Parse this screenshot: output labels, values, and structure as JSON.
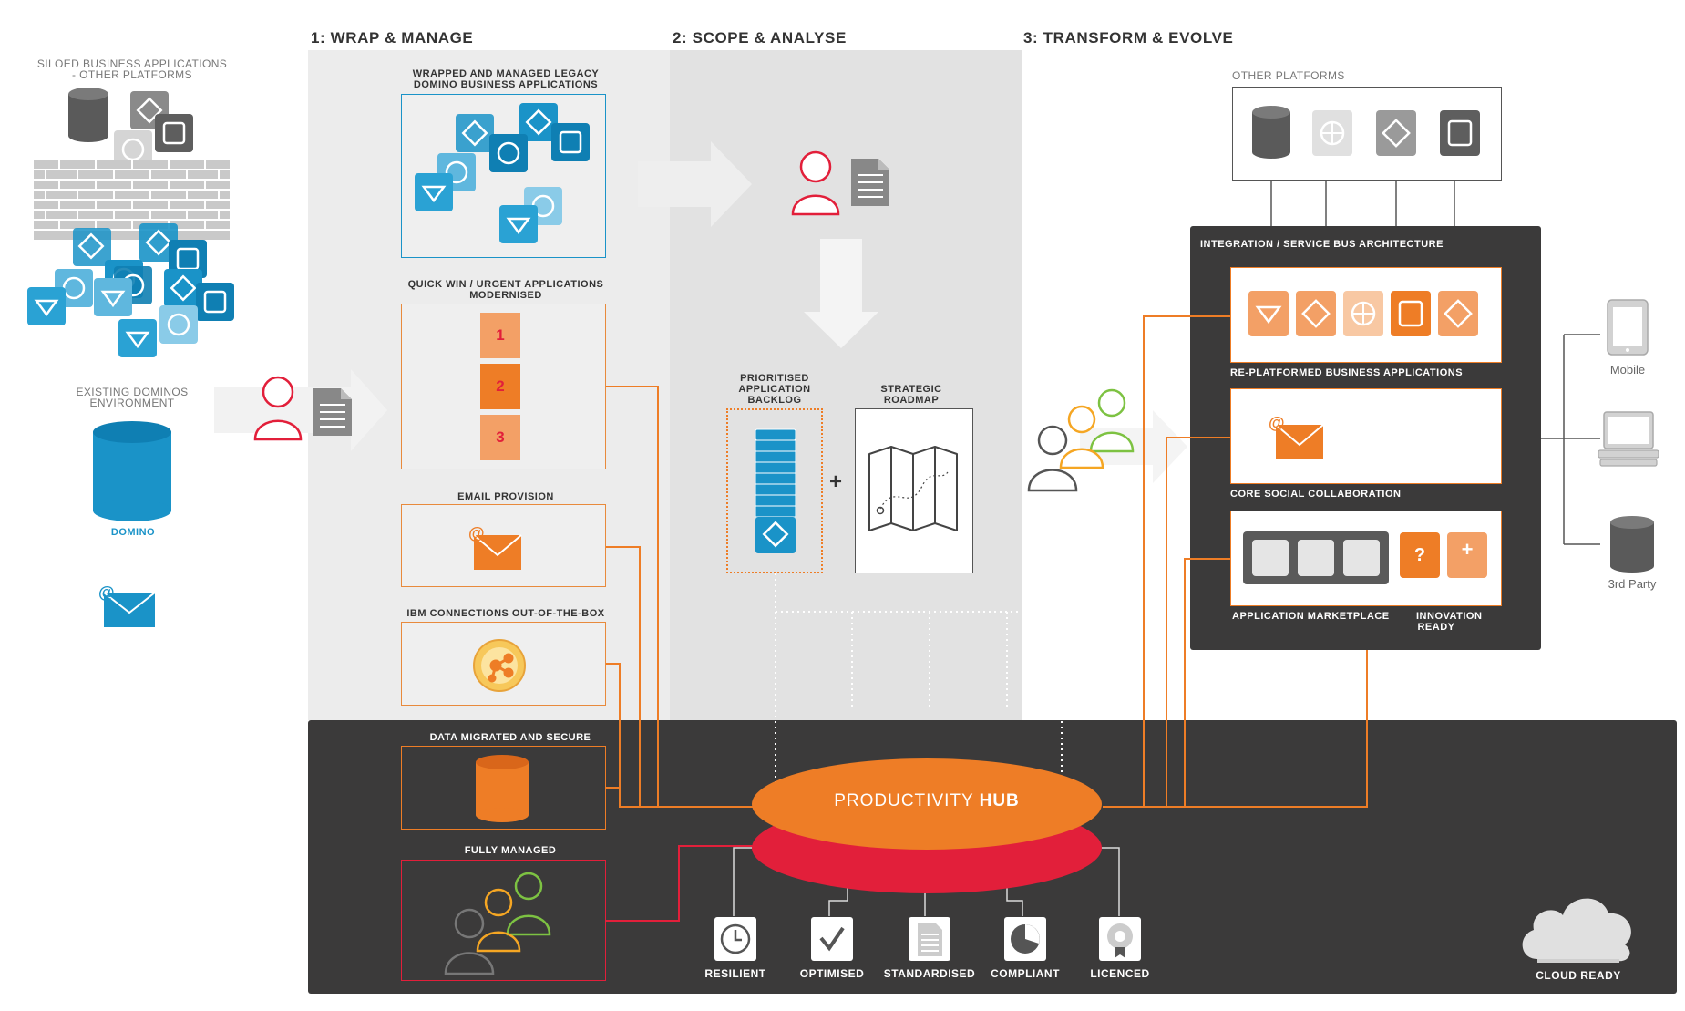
{
  "phases": {
    "wrap": "1: WRAP & MANAGE",
    "scope": "2: SCOPE & ANALYSE",
    "transform": "3: TRANSFORM & EVOLVE"
  },
  "left": {
    "siloed_line1": "SILOED BUSINESS APPLICATIONS",
    "siloed_line2": "- OTHER PLATFORMS",
    "existing_line1": "EXISTING DOMINOS",
    "existing_line2": "ENVIRONMENT",
    "domino": "DOMINO"
  },
  "wrap": {
    "wrapped_line1": "WRAPPED AND MANAGED LEGACY",
    "wrapped_line2": "DOMINO BUSINESS APPLICATIONS",
    "quickwin_line1": "QUICK WIN / URGENT APPLICATIONS",
    "quickwin_line2": "MODERNISED",
    "priorities": [
      "1",
      "2",
      "3"
    ],
    "email": "EMAIL PROVISION",
    "ibm": "IBM CONNECTIONS OUT-OF-THE-BOX",
    "data": "DATA MIGRATED AND SECURE",
    "managed": "FULLY MANAGED"
  },
  "scope": {
    "backlog_line1": "PRIORITISED",
    "backlog_line2": "APPLICATION",
    "backlog_line3": "BACKLOG",
    "roadmap_line1": "STRATEGIC",
    "roadmap_line2": "ROADMAP",
    "plus": "+"
  },
  "transform": {
    "other_platforms": "OTHER PLATFORMS",
    "integration": "INTEGRATION / SERVICE BUS ARCHITECTURE",
    "replatformed": "RE-PLATFORMED BUSINESS APPLICATIONS",
    "core_social": "CORE SOCIAL COLLABORATION",
    "marketplace": "APPLICATION MARKETPLACE",
    "innovation_line1": "INNOVATION",
    "innovation_line2": "READY",
    "question": "?",
    "plus": "+",
    "mobile": "Mobile",
    "third_party": "3rd Party"
  },
  "hub": {
    "prefix": "PRODUCTIVITY ",
    "suffix": "HUB"
  },
  "outcomes": [
    "RESILIENT",
    "OPTIMISED",
    "STANDARDISED",
    "COMPLIANT",
    "LICENCED"
  ],
  "cloud": "CLOUD READY",
  "colors": {
    "orange": "#ee7d26",
    "red": "#e21f3a",
    "blue": "#1a93c8",
    "dark": "#3b3a3a",
    "panel": "#ececec"
  }
}
